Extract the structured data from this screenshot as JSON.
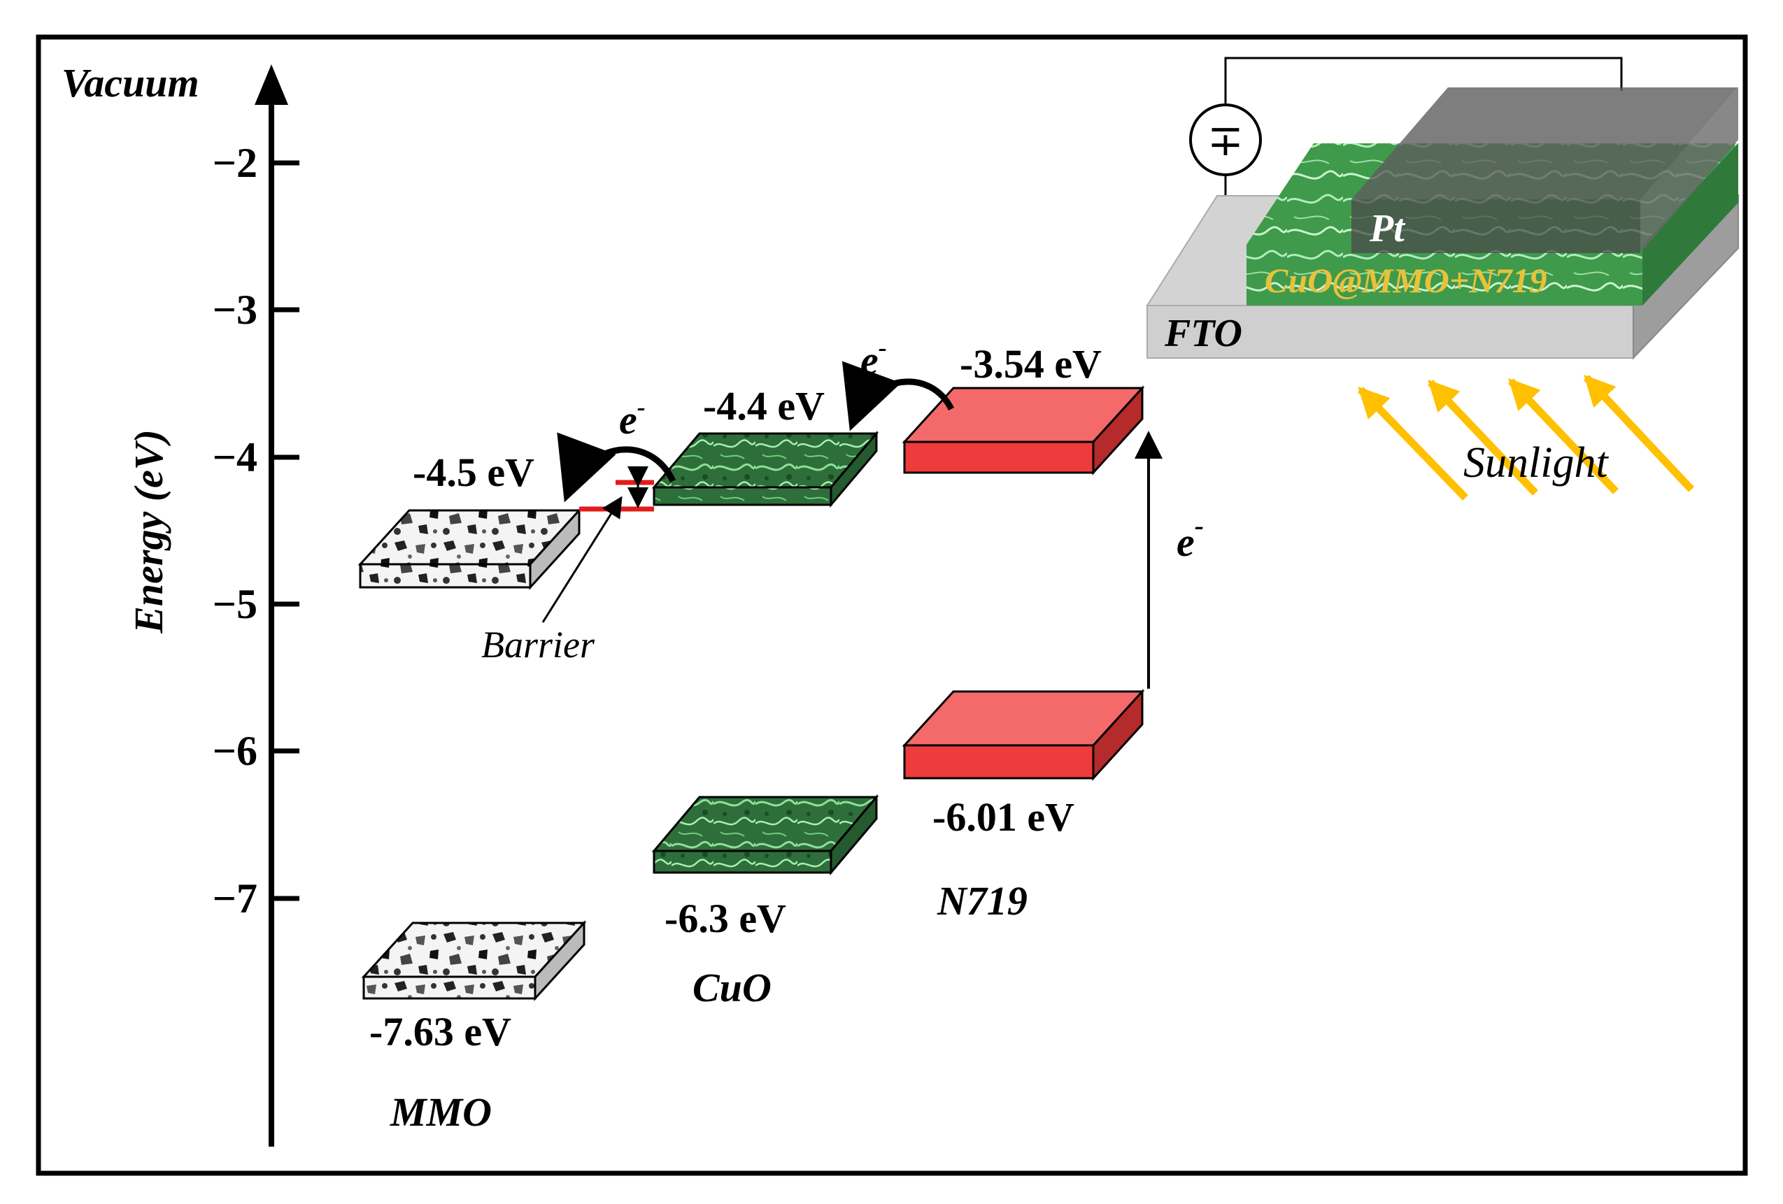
{
  "axis": {
    "top_label": "Vacuum",
    "title": "Energy (eV)",
    "ticks": [
      "−2",
      "−3",
      "−4",
      "−5",
      "−6",
      "−7"
    ]
  },
  "levels": {
    "mmo_cb": "-4.5 eV",
    "mmo_vb": "-7.63 eV",
    "cuo_cb": "-4.4 eV",
    "cuo_vb": "-6.3 eV",
    "n719_lumo": "-3.54 eV",
    "n719_homo": "-6.01 eV"
  },
  "materials": {
    "mmo": "MMO",
    "cuo": "CuO",
    "n719": "N719"
  },
  "annotations": {
    "barrier": "Barrier",
    "electron": "e",
    "electron_sup": "-",
    "sunlight": "Sunlight"
  },
  "device": {
    "fto": "FTO",
    "film": "CuO@MMO+N719",
    "pt": "Pt",
    "source_symbol": "∓"
  },
  "colors": {
    "cuo_green": "#3f8f4d",
    "n719_red": "#ee3b3b",
    "barrier_red": "#e21b1b",
    "sunlight": "#ffc000",
    "film_text": "#e8c23a"
  }
}
